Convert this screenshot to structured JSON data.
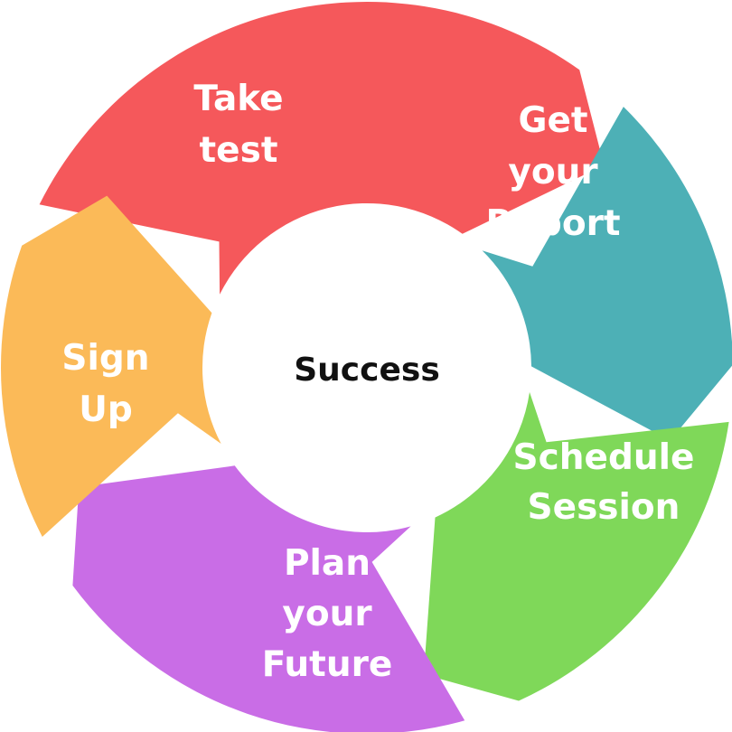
{
  "diagram": {
    "center": {
      "label": "Success"
    },
    "segments": [
      {
        "id": "take-test",
        "lines": [
          "Take",
          "test"
        ],
        "color": "#f5585b"
      },
      {
        "id": "get-your-report",
        "lines": [
          "Get",
          "your",
          "Report"
        ],
        "color": "#4db0b6"
      },
      {
        "id": "schedule-session",
        "lines": [
          "Schedule",
          "Session"
        ],
        "color": "#7fd859"
      },
      {
        "id": "plan-your-future",
        "lines": [
          "Plan",
          "your",
          "Future"
        ],
        "color": "#c96de6"
      },
      {
        "id": "sign-up",
        "lines": [
          "Sign",
          "Up"
        ],
        "color": "#fbba58"
      }
    ]
  }
}
